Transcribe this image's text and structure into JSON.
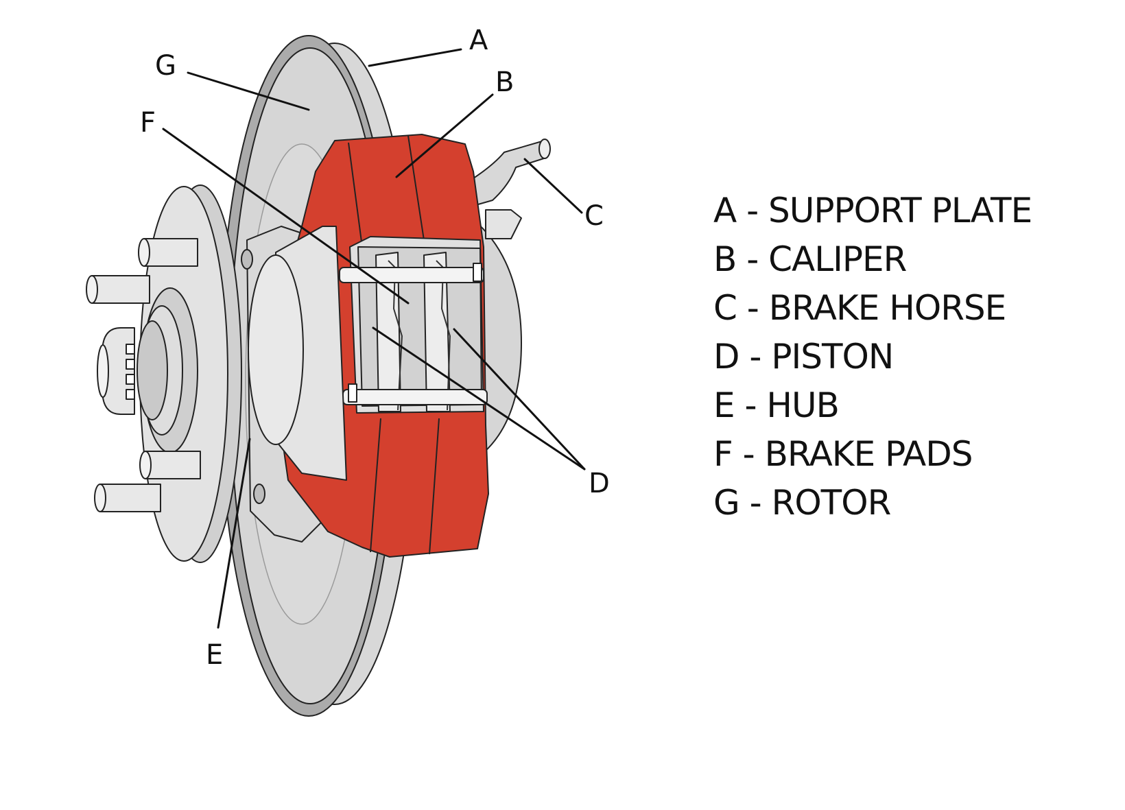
{
  "diagram": {
    "callouts": [
      "A",
      "B",
      "C",
      "D",
      "E",
      "F",
      "G"
    ],
    "colors": {
      "caliper": "#d4402e",
      "metal_light": "#e6e6e6",
      "metal_mid": "#d3d3d3",
      "metal_dark": "#bfbfbf",
      "rim": "#a9a9a9",
      "ink": "#111111"
    }
  },
  "legend": [
    "A - SUPPORT PLATE",
    "B - CALIPER",
    "C - BRAKE HORSE",
    "D - PISTON",
    "E - HUB",
    "F - BRAKE PADS",
    "G - ROTOR"
  ]
}
